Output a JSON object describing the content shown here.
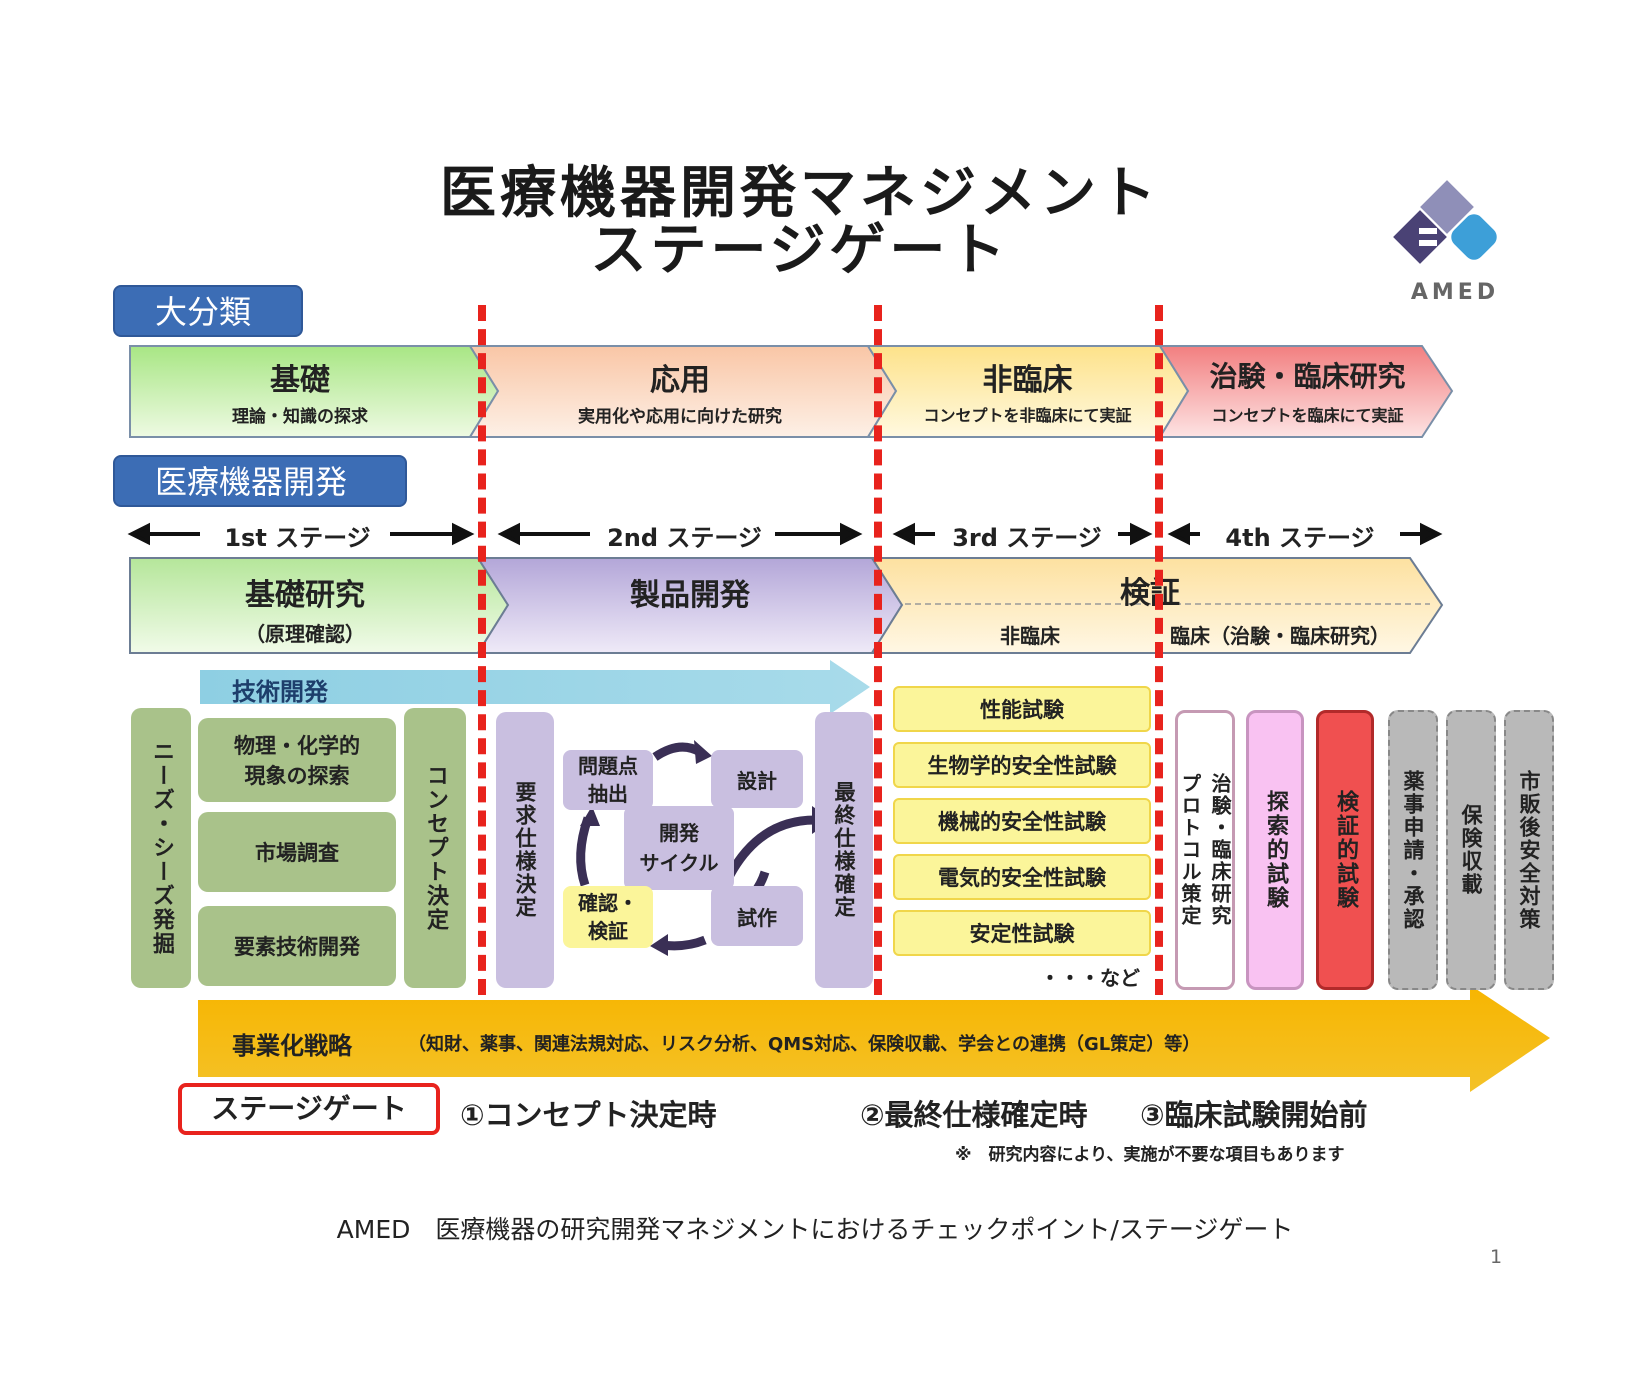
{
  "title": {
    "line1": "医療機器開発マネジメント",
    "line2": "ステージゲート"
  },
  "logo": {
    "text": "AMED",
    "colors": [
      "#8f8fb8",
      "#4a4275",
      "#3d9fd8"
    ]
  },
  "section1": {
    "label": "大分類"
  },
  "categories": [
    {
      "title": "基礎",
      "subtitle": "理論・知識の探求",
      "color": "#c9efa9"
    },
    {
      "title": "応用",
      "subtitle": "実用化や応用に向けた研究",
      "color": "#fbd9c4"
    },
    {
      "title": "非臨床",
      "subtitle": "コンセプトを非臨床にて実証",
      "color": "#fdeeb4"
    },
    {
      "title": "治験・臨床研究",
      "subtitle": "コンセプトを臨床にて実証",
      "color": "#f6a4a4"
    }
  ],
  "section2": {
    "label": "医療機器開発"
  },
  "stages": [
    "1st ステージ",
    "2nd ステージ",
    "3rd ステージ",
    "4th ステージ"
  ],
  "phases": {
    "kiso": {
      "title": "基礎研究",
      "sub": "（原理確認）"
    },
    "seihin": {
      "title": "製品開発"
    },
    "kensho": {
      "title": "検証",
      "sub1": "非臨床",
      "sub2": "臨床（治験・臨床研究）"
    }
  },
  "tech_dev": "技術開発",
  "col1": {
    "needs": "ニーズ・シーズ発掘",
    "items": [
      "物理・化学的\n現象の探索",
      "市場調査",
      "要素技術開発"
    ],
    "concept": "コンセプト決定"
  },
  "col2": {
    "req": "要求仕様決定",
    "cycle_center": "開発\nサイクル",
    "cycle": [
      "問題点\n抽出",
      "設計",
      "試作",
      "確認・\n検証"
    ],
    "final": "最終仕様確定"
  },
  "col3": {
    "tests": [
      "性能試験",
      "生物学的安全性試験",
      "機械的安全性試験",
      "電気的安全性試験",
      "安定性試験"
    ],
    "etc": "・・・など"
  },
  "col4": [
    {
      "label": "治験・臨床研究\nプロトコル策定",
      "style": "white"
    },
    {
      "label": "探索的試験",
      "style": "pink"
    },
    {
      "label": "検証的試験",
      "style": "red"
    },
    {
      "label": "薬事申請・承認",
      "style": "gray"
    },
    {
      "label": "保険収載",
      "style": "gray"
    },
    {
      "label": "市販後安全対策",
      "style": "gray"
    }
  ],
  "strategy": {
    "title": "事業化戦略",
    "detail": "（知財、薬事、関連法規対応、リスク分析、QMS対応、保険収載、学会との連携（GL策定）等）"
  },
  "stagegate": {
    "label": "ステージゲート",
    "gates": [
      "①コンセプト決定時",
      "②最終仕様確定時",
      "③臨床試験開始前"
    ],
    "note": "※　研究内容により、実施が不要な項目もあります"
  },
  "caption": "AMED　医療機器の研究開発マネジメントにおけるチェックポイント/ステージゲート",
  "page_number": "1"
}
